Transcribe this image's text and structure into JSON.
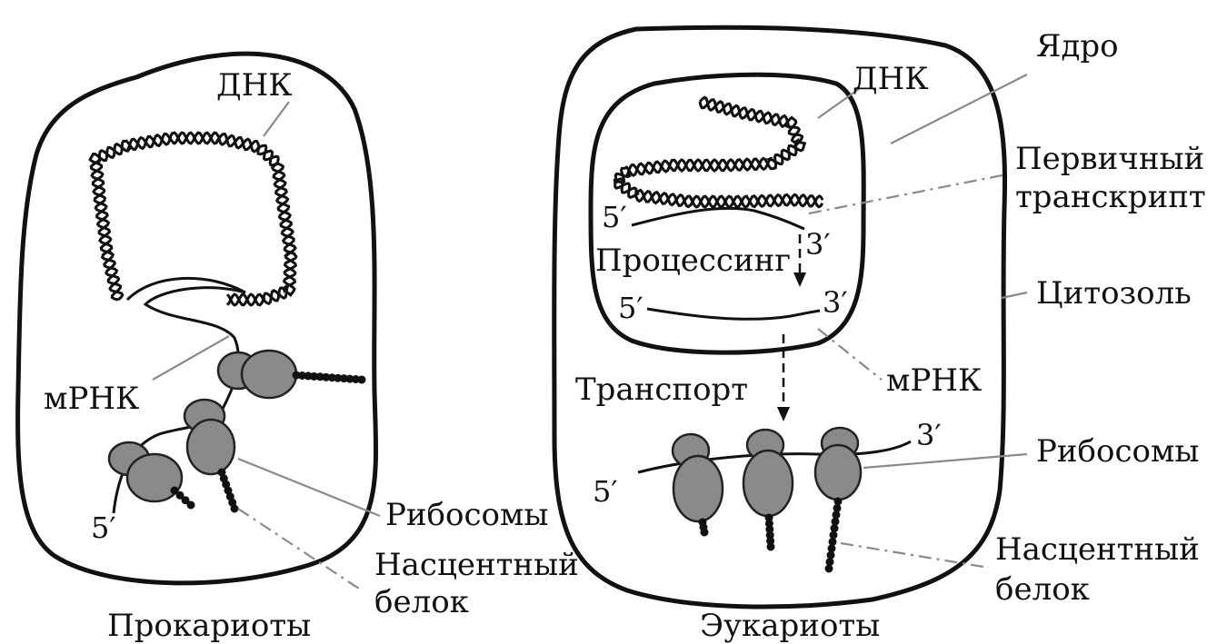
{
  "prokaryote": {
    "dna_label": "ДНК",
    "mrna_label": "мРНК",
    "ribosomes_label": "Рибосомы",
    "nascent_protein_label_line1": "Насцентный",
    "nascent_protein_label_line2": "белок",
    "five_prime": "5′",
    "caption": "Прокариоты"
  },
  "eukaryote": {
    "nucleus_label": "Ядро",
    "dna_label": "ДНК",
    "primary_transcript_line1": "Первичный",
    "primary_transcript_line2": "транскрипт",
    "five_prime_top": "5′",
    "three_prime_top": "3′",
    "processing_label": "Процессинг",
    "five_prime_mid": "5′",
    "three_prime_mid": "3′",
    "cytosol_label": "Цитозоль",
    "transport_label": "Транспорт",
    "mrna_label": "мРНК",
    "three_prime_bottom": "3′",
    "five_prime_bottom": "5′",
    "ribosomes_label": "Рибосомы",
    "nascent_protein_label_line1": "Насцентный",
    "nascent_protein_label_line2": "белок",
    "caption": "Эукариоты"
  }
}
